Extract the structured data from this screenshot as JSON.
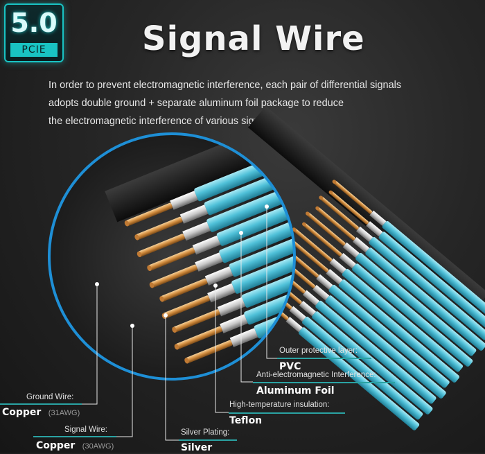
{
  "badge": {
    "version": "5.0",
    "label": "PCIE"
  },
  "title": "Signal Wire",
  "description": [
    "In order to prevent electromagnetic interference, each pair of differential signals",
    "adopts double ground + separate aluminum foil package to reduce",
    "the electromagnetic interference of various signals."
  ],
  "callouts": {
    "outer_layer": {
      "caption": "Outer protective layer:",
      "value": "PVC"
    },
    "anti_emi": {
      "caption": "Anti-electromagnetic Interference:",
      "value": "Aluminum Foil"
    },
    "insulation": {
      "caption": "High-temperature insulation:",
      "value": "Teflon"
    },
    "plating": {
      "caption": "Silver Plating:",
      "value": "Silver"
    },
    "ground_wire": {
      "caption": "Ground Wire:",
      "value": "Copper",
      "spec": "(31AWG)"
    },
    "signal_wire": {
      "caption": "Signal Wire:",
      "value": "Copper",
      "spec": "(30AWG)"
    }
  },
  "colors": {
    "accent": "#19c3c3",
    "cyan_wire": "#5fc8dc",
    "copper": "#d79a52",
    "line": "#2aa3a3"
  }
}
